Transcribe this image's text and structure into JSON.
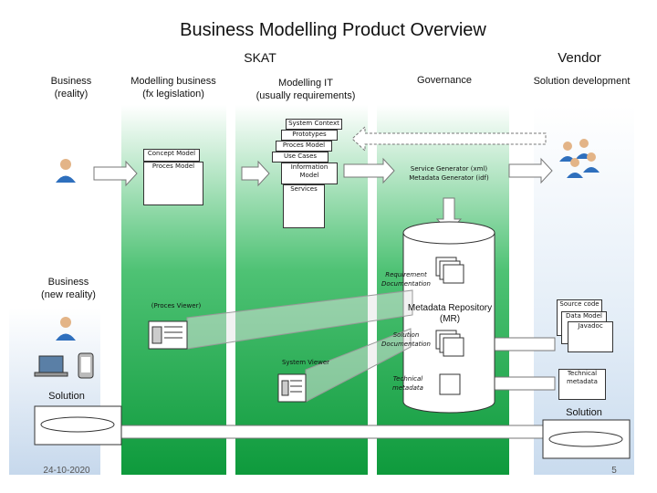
{
  "title": "Business Modelling Product Overview",
  "header": {
    "skat": "SKAT",
    "vendor": "Vendor"
  },
  "columns": {
    "business_reality": "Business\n(reality)",
    "modelling_business": "Modelling business\n(fx legislation)",
    "modelling_it": "Modelling IT\n(usually requirements)",
    "governance": "Governance",
    "solution_development": "Solution development"
  },
  "business_new_reality": "Business\n(new reality)",
  "solution_left": "Solution",
  "business_docs": {
    "concept": "Concept Model",
    "proces": "Proces Model"
  },
  "it_docs": [
    "System Context",
    "Prototypes",
    "Proces Model",
    "Use Cases",
    "Information\nModel",
    "Services"
  ],
  "service_generator": "Service Generator (xml)\nMetadata Generator (idf)",
  "repository": {
    "requirement": "Requirement\nDocumentation",
    "label": "Metadata Repository\n(MR)",
    "solution_doc": "Solution\nDocumentation",
    "technical": "Technical\nmetadata"
  },
  "proces_viewer": "(Proces Viewer)",
  "system_viewer": "System Viewer",
  "vendor_docs": [
    "Source code",
    "Data Model",
    "Javadoc"
  ],
  "vendor_technical": "Technical\nmetadata",
  "solution_right": "Solution",
  "footer": {
    "date": "24-10-2020",
    "page": "5"
  },
  "colors": {
    "green_dark": "#0e9a3c",
    "green_light": "#ffffff",
    "blue_lane": "#dfeaf5",
    "arrow": "#777777"
  }
}
